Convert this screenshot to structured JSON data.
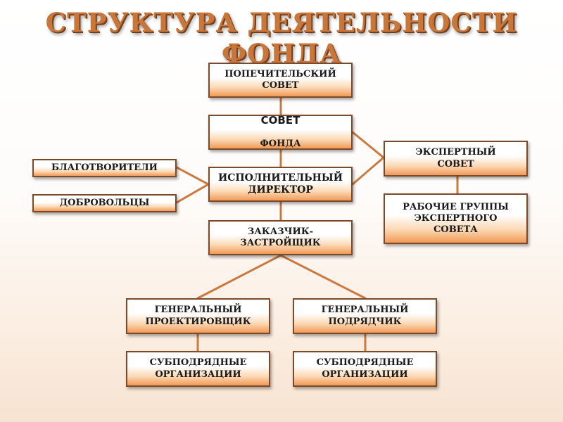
{
  "title": "СТРУКТУРА ДЕЯТЕЛЬНОСТИ ФОНДА",
  "boxes": {
    "trustees": "ПОПЕЧИТЕЛЬСКИЙ\nСОВЕТ",
    "fund_council_line1": "СОВЕТ",
    "fund_council_line2": "ФОНДА",
    "executive_director": "ИСПОЛНИТЕЛЬНЫЙ\nДИРЕКТОР",
    "customer_developer": "ЗАКАЗЧИК-\nЗАСТРОЙЩИК",
    "benefactors": "БЛАГОТВОРИТЕЛИ",
    "volunteers": "ДОБРОВОЛЬЦЫ",
    "expert_council": "ЭКСПЕРТНЫЙ\nСОВЕТ",
    "expert_working_groups": "РАБОЧИЕ ГРУППЫ\nЭКСПЕРТНОГО\nСОВЕТА",
    "general_designer": "ГЕНЕРАЛЬНЫЙ\nПРОЕКТИРОВЩИК",
    "general_contractor": "ГЕНЕРАЛЬНЫЙ\nПОДРЯДЧИК",
    "subcontractors_left": "СУБПОДРЯДНЫЕ\nОРГАНИЗАЦИИ",
    "subcontractors_right": "СУБПОДРЯДНЫЕ\nОРГАНИЗАЦИИ"
  },
  "colors": {
    "title": "#c9763a",
    "connector": "#c97a3e",
    "box_border": "#7a4a2a",
    "box_gradient_bottom": "#f29a55"
  }
}
